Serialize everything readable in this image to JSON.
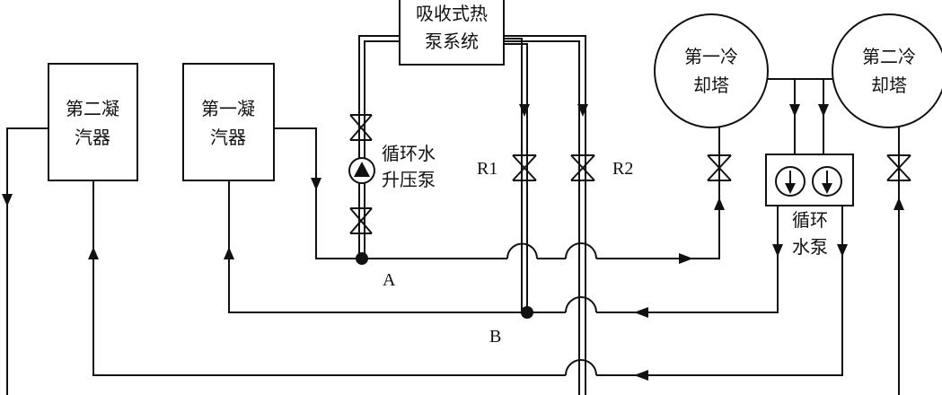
{
  "labels": {
    "absorption_heat_pump": [
      "吸收式热",
      "泵系统"
    ],
    "condenser_2": [
      "第二凝",
      "汽器"
    ],
    "condenser_1": [
      "第一凝",
      "汽器"
    ],
    "cooling_tower_1": [
      "第一冷",
      "却塔"
    ],
    "cooling_tower_2": [
      "第二冷",
      "却塔"
    ],
    "booster_pump": [
      "循环水",
      "升压泵"
    ],
    "circulating_pump": [
      "循环",
      "水泵"
    ],
    "valve_r1": "R1",
    "valve_r2": "R2",
    "node_a": "A",
    "node_b": "B"
  },
  "colors": {
    "line": "#111111",
    "background": "#ffffff"
  }
}
